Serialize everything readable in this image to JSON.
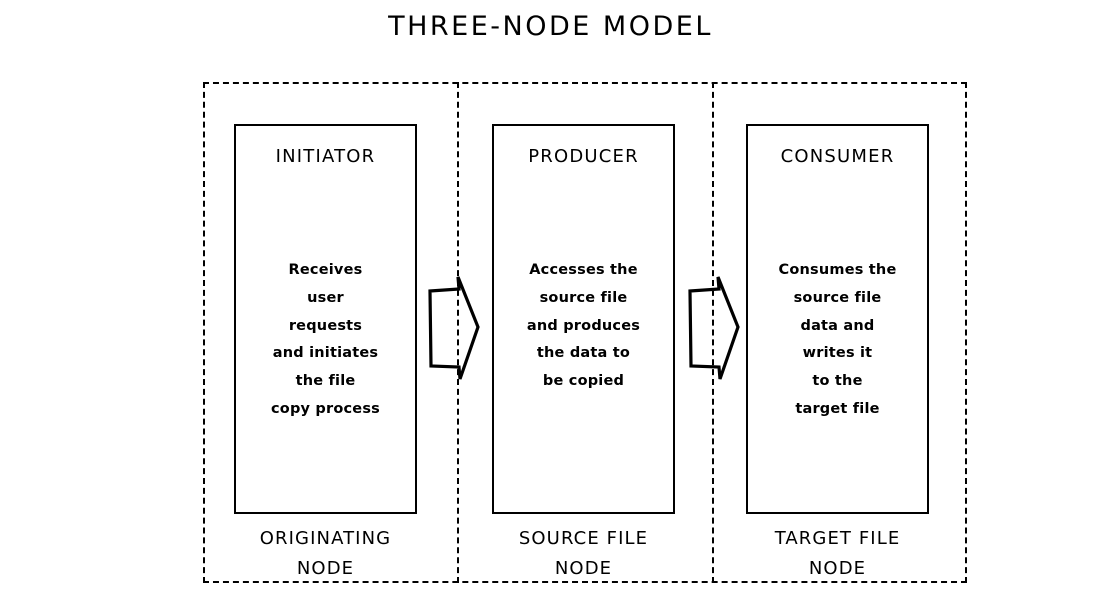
{
  "diagram": {
    "title": "THREE-NODE MODEL",
    "nodes": [
      {
        "role": "INITIATOR",
        "description_lines": [
          "Receives",
          "user",
          "requests",
          "and initiates",
          "the file",
          "copy process"
        ],
        "caption_lines": [
          "ORIGINATING",
          "NODE"
        ]
      },
      {
        "role": "PRODUCER",
        "description_lines": [
          "Accesses the",
          "source file",
          "and produces",
          "the data to",
          "be copied"
        ],
        "caption_lines": [
          "SOURCE FILE",
          "NODE"
        ]
      },
      {
        "role": "CONSUMER",
        "description_lines": [
          "Consumes the",
          "source file",
          "data and",
          "writes it",
          "to the",
          "target file"
        ],
        "caption_lines": [
          "TARGET FILE",
          "NODE"
        ]
      }
    ],
    "arrows": [
      {
        "name": "initiator-to-producer-arrow",
        "direction": "right"
      },
      {
        "name": "producer-to-consumer-arrow",
        "direction": "right"
      }
    ],
    "colors": {
      "ink": "#000000",
      "background": "#ffffff"
    }
  }
}
